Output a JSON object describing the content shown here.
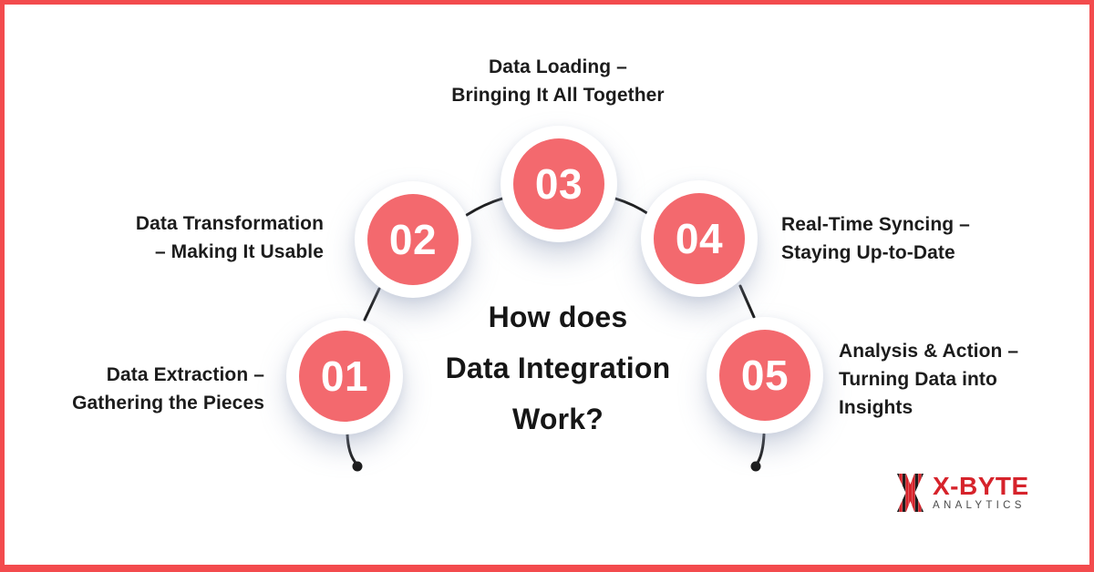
{
  "title": {
    "lines": [
      "How does",
      "Data Integration",
      "Work?"
    ]
  },
  "steps": [
    {
      "number": "01",
      "label_lines": [
        "Data Extraction –",
        "Gathering the Pieces"
      ]
    },
    {
      "number": "02",
      "label_lines": [
        "Data Transformation",
        "– Making It Usable"
      ]
    },
    {
      "number": "03",
      "label_lines": [
        "Data Loading –",
        "Bringing It All Together"
      ]
    },
    {
      "number": "04",
      "label_lines": [
        "Real-Time Syncing –",
        "Staying Up-to-Date"
      ]
    },
    {
      "number": "05",
      "label_lines": [
        "Analysis & Action –",
        "Turning Data into",
        "Insights"
      ]
    }
  ],
  "logo": {
    "brand": "X-BYTE",
    "subtitle": "ANALYTICS",
    "icon": "x-byte-monogram-icon"
  },
  "colors": {
    "frame_red": "#F34B4D",
    "circle_fill": "#F3696E",
    "circle_number": "#FFFFFF",
    "halo": "#FFFFFF",
    "title_text": "#161616",
    "label_text": "#1C1C1C",
    "connector": "#1B1B1B",
    "logo_red": "#D6232B",
    "logo_gray": "#4A4A4A",
    "background": "#FFFFFF"
  }
}
